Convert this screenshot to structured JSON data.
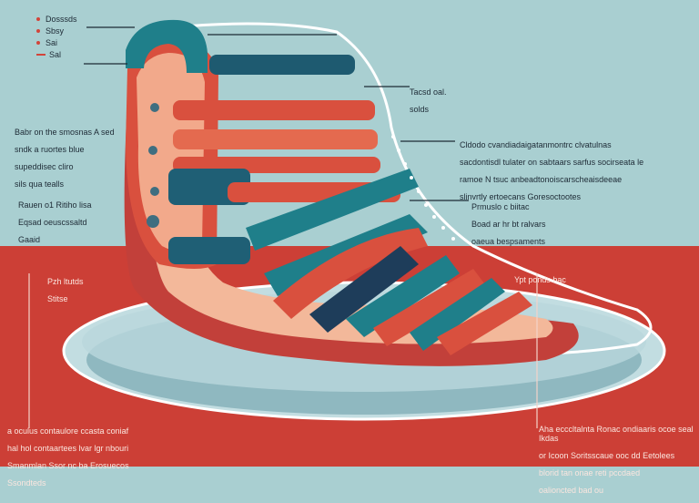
{
  "legend": {
    "items": [
      {
        "label": "Dosssds",
        "marker": "dot"
      },
      {
        "label": "Sbsy",
        "marker": "dot"
      },
      {
        "label": "Sai",
        "marker": "dot"
      },
      {
        "label": "Sal",
        "marker": "dash"
      }
    ]
  },
  "labels": {
    "top_right": [
      "Tacsd oal.",
      "solds"
    ],
    "left_upper": [
      "Babr on the smosnas A sed",
      "sndk a ruortes blue",
      "supeddisec cliro",
      "sils qua tealls"
    ],
    "left_middle": [
      "Rauen o1 Ritiho lisa",
      "Eqsad oeuscssaltd",
      "Gaaid"
    ],
    "right_upper": [
      "Cldodo cvandiadaigatanmontrc clvatulnas",
      "sacdontisdl tulater on sabtaars sarfus socirseata le",
      "ramoe N tsuc anbeadtonoiscarscheaisdeeae",
      "slinvrtly ertoecans Goresoctootes"
    ],
    "right_middle": [
      "Prmuslo c biitac",
      "Boad ar hr bt ralvars",
      "oaeua bespsaments"
    ],
    "left_lower": [
      "Pzh ltutds",
      "Stitse"
    ],
    "right_lower": [
      "Ypt ponds bac"
    ],
    "bottom_left": [
      "a oculus contaulore ccasta coniaf",
      "hal hol contaartees lvar lgr nbouri",
      "Smanmlan Ssor nc ba Erosuecos",
      "Ssondteds"
    ],
    "bottom_right": [
      "Aha ecccltalnta Ronac ondiaaris ocoe seal Ikdas",
      "or Icoon Soritsscaue ooc dd Eetolees",
      "blorid tan onae reti pccdaed",
      "oalioncted bad ou"
    ]
  },
  "colors": {
    "background_top": "#a9cfd1",
    "floor": "#cc3f36",
    "strap_red": "#d9503e",
    "strap_teal": "#1f7f8a",
    "strap_navy": "#1e3d5a",
    "sole_light": "#f3b89a",
    "sole_dark": "#c2403a",
    "platform": "#c2dde1",
    "leader_red": "#d2443a"
  }
}
